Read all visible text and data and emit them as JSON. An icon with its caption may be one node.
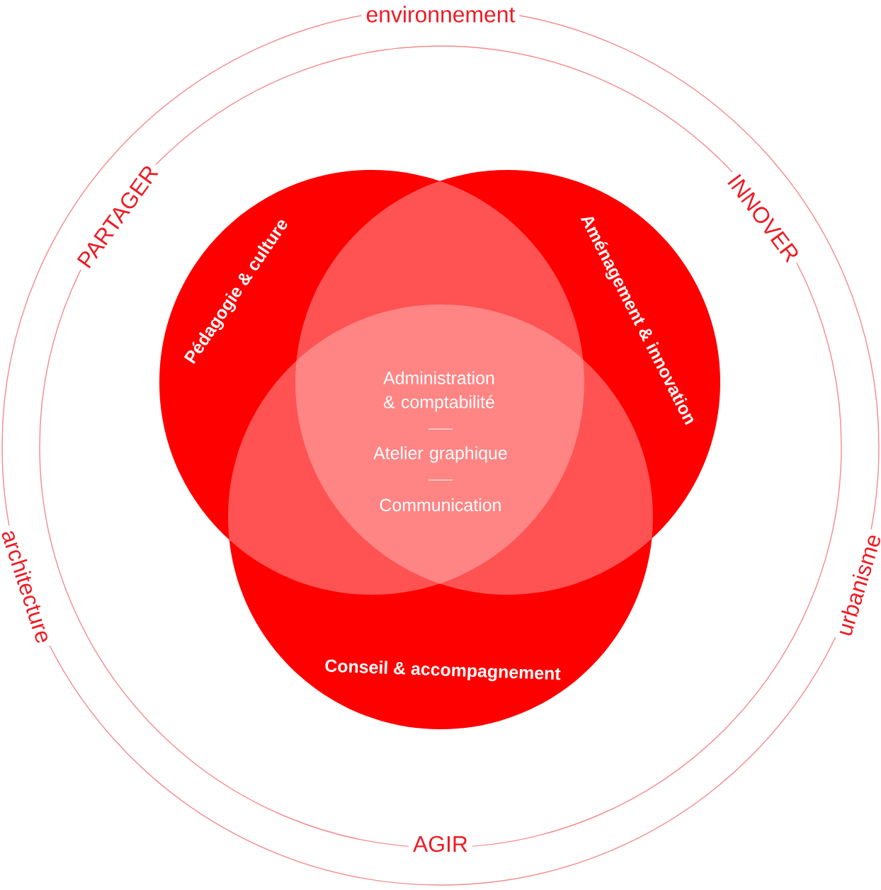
{
  "diagram": {
    "nodes": [
      {
        "text": [
          "environnement",
          "architecture",
          "urbanisme"
        ]
      },
      {
        "text": [
          "PARTAGER",
          "INNOVER",
          "AGIR"
        ],
        "in": 0
      },
      {
        "text": [
          "Pédagogie & culture"
        ],
        "in": 1
      },
      {
        "text": [
          "Aménagement & innovation"
        ],
        "in": 1
      },
      {
        "text": [
          "Conseil & accompagnement"
        ],
        "in": 1
      }
    ],
    "labels": [
      "Administration & comptabilité",
      "Atelier graphique",
      "Communication"
    ]
  }
}
